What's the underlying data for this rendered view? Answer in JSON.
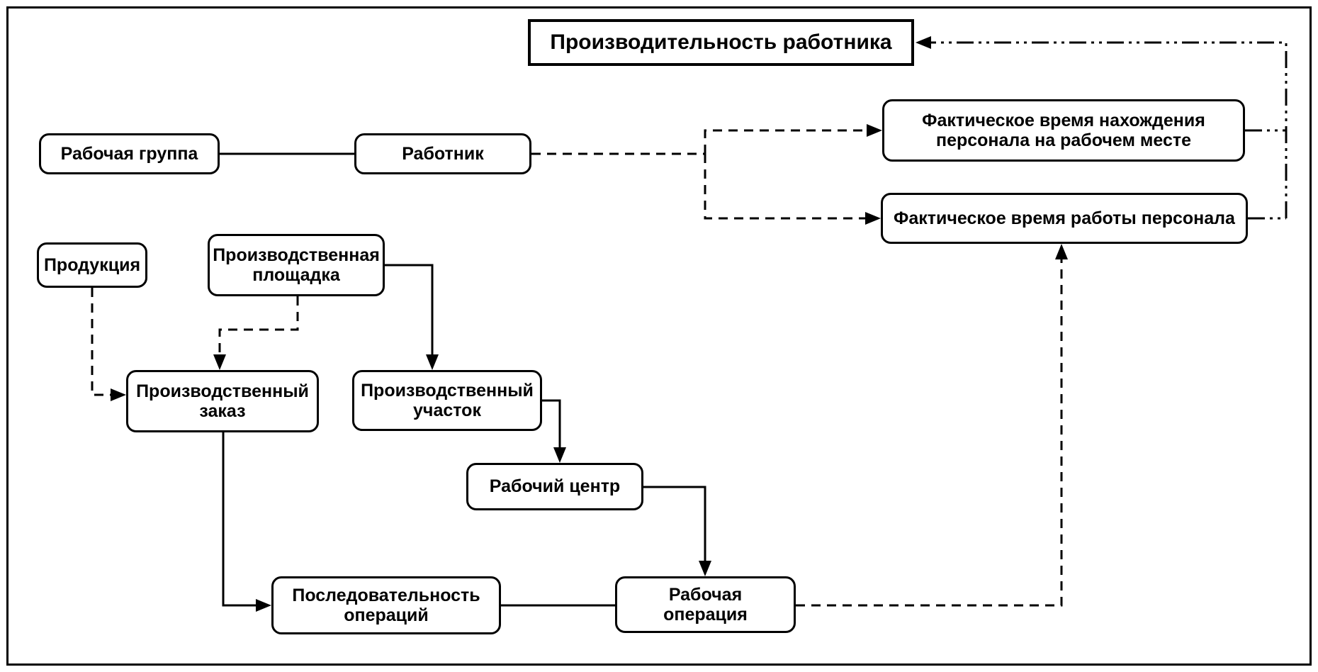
{
  "diagram": {
    "title": "Производительность работника",
    "colors": {
      "stroke": "#000000",
      "background": "#ffffff"
    },
    "nodes": [
      {
        "id": "productivity",
        "label": "Производительность работника",
        "shape": "rectangle"
      },
      {
        "id": "work-group",
        "label": "Рабочая группа",
        "shape": "rounded"
      },
      {
        "id": "worker",
        "label": "Работник",
        "shape": "rounded"
      },
      {
        "id": "actual-presence-time",
        "label": "Фактическое время нахождения\nперсонала на рабочем месте",
        "shape": "rounded"
      },
      {
        "id": "actual-work-time",
        "label": "Фактическое время работы персонала",
        "shape": "rounded"
      },
      {
        "id": "products",
        "label": "Продукция",
        "shape": "rounded"
      },
      {
        "id": "production-site",
        "label": "Производственная\nплощадка",
        "shape": "rounded"
      },
      {
        "id": "production-order",
        "label": "Производственный\nзаказ",
        "shape": "rounded"
      },
      {
        "id": "production-section",
        "label": "Производственный\nучасток",
        "shape": "rounded"
      },
      {
        "id": "work-center",
        "label": "Рабочий центр",
        "shape": "rounded"
      },
      {
        "id": "operation-sequence",
        "label": "Последовательность\nопераций",
        "shape": "rounded"
      },
      {
        "id": "work-operation",
        "label": "Рабочая\nоперация",
        "shape": "rounded"
      }
    ],
    "edges": [
      {
        "from": "work-group",
        "to": "worker",
        "style": "solid",
        "arrow": false
      },
      {
        "from": "worker",
        "to": "actual-presence-time",
        "style": "dashed",
        "arrow": true
      },
      {
        "from": "worker",
        "to": "actual-work-time",
        "style": "dashed",
        "arrow": true
      },
      {
        "from": "actual-presence-time",
        "to": "productivity",
        "style": "dash-dot-dot",
        "arrow": true
      },
      {
        "from": "actual-work-time",
        "to": "productivity",
        "style": "dash-dot-dot",
        "arrow": true
      },
      {
        "from": "products",
        "to": "production-order",
        "style": "dashed",
        "arrow": true
      },
      {
        "from": "production-site",
        "to": "production-order",
        "style": "dashed",
        "arrow": true
      },
      {
        "from": "production-site",
        "to": "production-section",
        "style": "solid",
        "arrow": true
      },
      {
        "from": "production-section",
        "to": "work-center",
        "style": "solid",
        "arrow": true
      },
      {
        "from": "work-center",
        "to": "work-operation",
        "style": "solid",
        "arrow": true
      },
      {
        "from": "production-order",
        "to": "operation-sequence",
        "style": "solid",
        "arrow": true
      },
      {
        "from": "operation-sequence",
        "to": "work-operation",
        "style": "solid",
        "arrow": false
      },
      {
        "from": "work-operation",
        "to": "actual-work-time",
        "style": "dashed",
        "arrow": true
      }
    ]
  }
}
